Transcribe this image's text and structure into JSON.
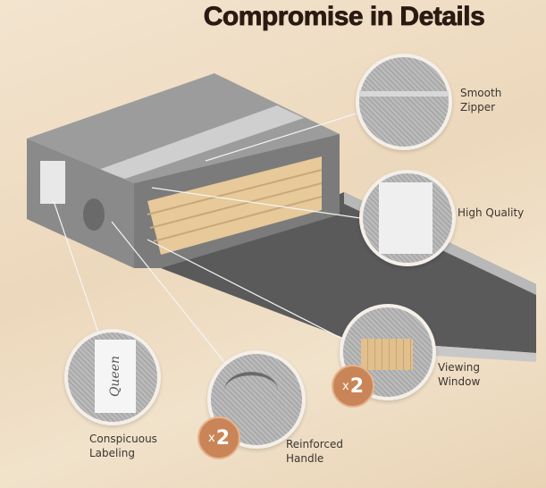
{
  "title": "Compromise in Details",
  "features": [
    {
      "label_line1": "Smooth",
      "label_line2": "Zipper"
    },
    {
      "label_line1": "High Quality"
    },
    {
      "label_line1": "Viewing",
      "label_line2": "Window",
      "badge": "2"
    },
    {
      "label_line1": "Reinforced",
      "label_line2": "Handle",
      "badge": "2"
    },
    {
      "label_line1": "Conspicuous",
      "label_line2": "Labeling"
    }
  ],
  "badge_prefix": "x",
  "tag_text": "Queen"
}
